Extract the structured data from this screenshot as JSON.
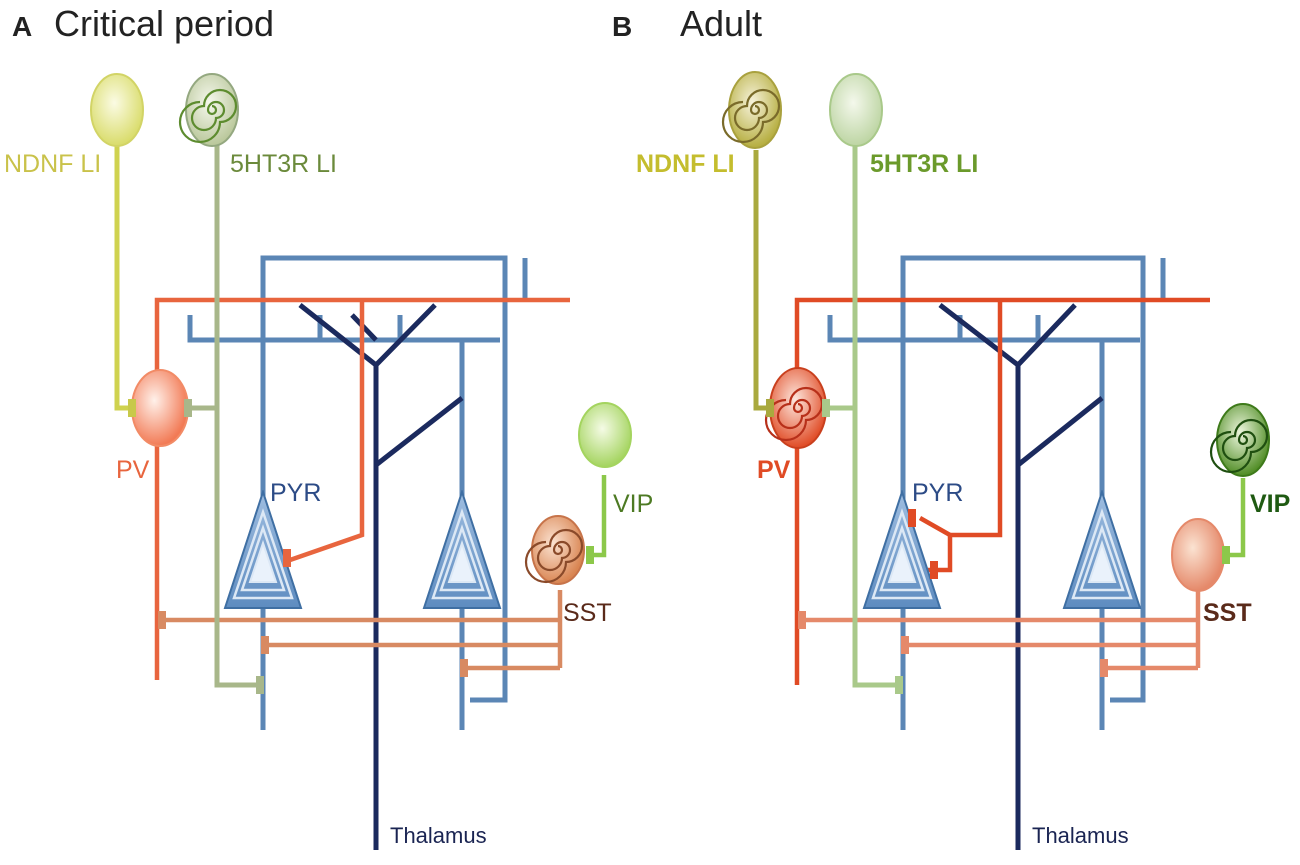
{
  "panels": [
    {
      "letter": "A",
      "title": "Critical period",
      "labels": {
        "ndnf": "NDNF LI",
        "htr": "5HT3R LI",
        "pv": "PV",
        "pyr": "PYR",
        "vip": "VIP",
        "sst": "SST",
        "thalamus": "Thalamus"
      }
    },
    {
      "letter": "B",
      "title": "Adult",
      "labels": {
        "ndnf": "NDNF LI",
        "htr": "5HT3R LI",
        "pv": "PV",
        "pyr": "PYR",
        "vip": "VIP",
        "sst": "SST",
        "thalamus": "Thalamus"
      }
    }
  ],
  "colors": {
    "pyramidal": "#5b86b5",
    "thalamic": "#1b2a5e",
    "pv": "#e8653e",
    "sst": "#d88a62",
    "ndnf": "#c9c24a",
    "htr": "#a3b386",
    "vip": "#8cc84a",
    "background": "#ffffff"
  }
}
